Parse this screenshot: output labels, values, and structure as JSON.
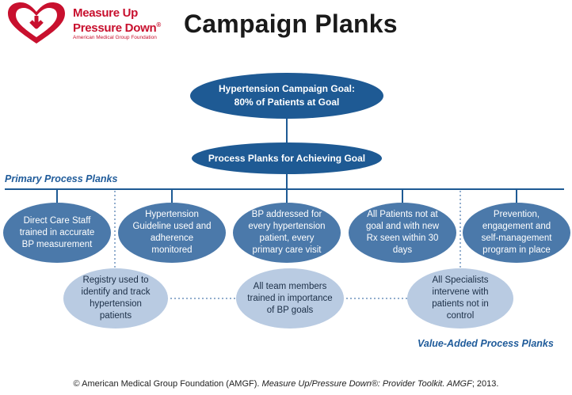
{
  "logo": {
    "line1": "Measure Up",
    "line2": "Pressure Down",
    "line2_mark": "®",
    "line3": "American Medical Group Foundation",
    "brand_color": "#c8102e"
  },
  "title": "Campaign Planks",
  "goal": {
    "line1": "Hypertension Campaign Goal:",
    "line2": "80% of Patients at Goal"
  },
  "process_planks": "Process Planks for Achieving Goal",
  "primary_label": "Primary Process Planks",
  "primary_planks": [
    "Direct Care Staff trained in accurate BP measurement",
    "Hypertension Guideline used and adherence monitored",
    "BP addressed for every hypertension patient, every primary care visit",
    "All Patients not at goal and with new Rx seen within 30 days",
    "Prevention, engagement and self-management program in place"
  ],
  "value_added_planks": [
    "Registry used to identify and track hypertension patients",
    "All team members trained in importance of BP goals",
    "All Specialists intervene with patients not in control"
  ],
  "value_added_label": "Value-Added Process Planks",
  "footer": {
    "prefix": "© American Medical Group Foundation (AMGF). ",
    "title_italic": "Measure Up/Pressure Down®: Provider Toolkit. AMGF",
    "suffix": "; 2013."
  },
  "colors": {
    "dark_blue": "#1e5a94",
    "mid_blue": "#4b79aa",
    "light_blue": "#b9cbe2",
    "connector": "#6f93bd"
  }
}
